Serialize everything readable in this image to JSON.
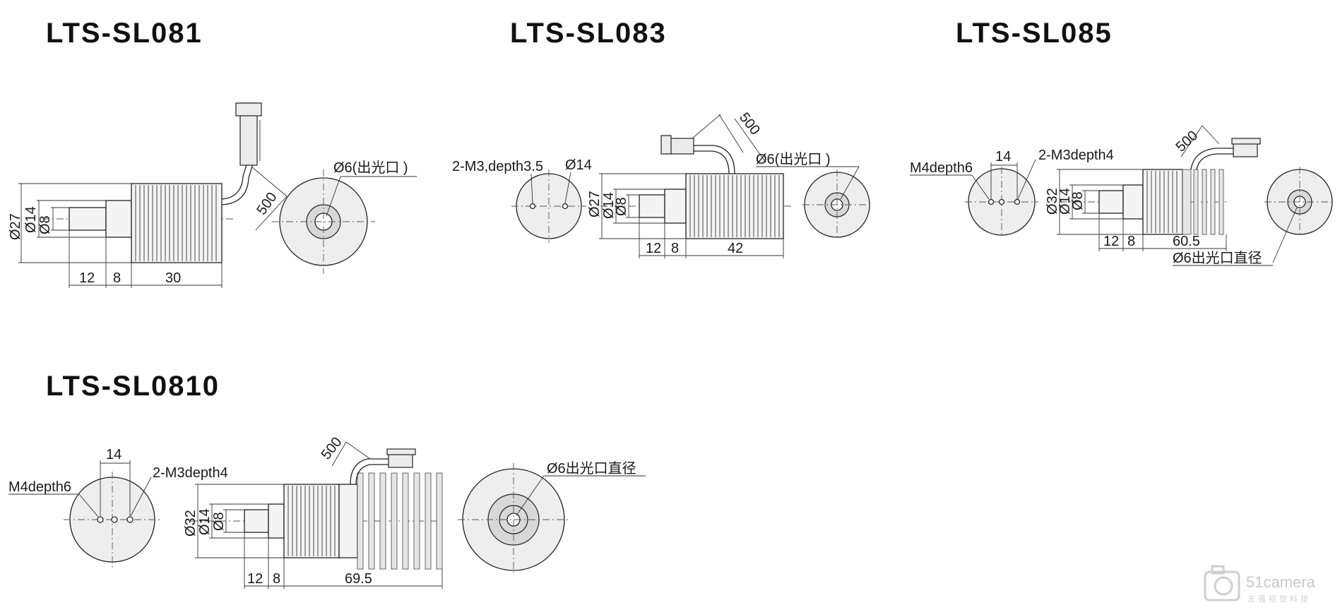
{
  "products": [
    {
      "title": "LTS-SL081",
      "dims": [
        "Ø27",
        "Ø14",
        "Ø8",
        "12",
        "8",
        "30",
        "500"
      ],
      "front_label": "Ø6(出光口 )"
    },
    {
      "title": "LTS-SL083",
      "dims": [
        "Ø27",
        "Ø14",
        "Ø8",
        "12",
        "8",
        "42",
        "500"
      ],
      "rear_labels": [
        "2-M3,depth3.5",
        "Ø14"
      ],
      "front_label": "Ø6(出光口 )"
    },
    {
      "title": "LTS-SL085",
      "dims": [
        "Ø32",
        "Ø14",
        "Ø8",
        "12",
        "8",
        "60.5",
        "500"
      ],
      "rear_labels": [
        "M4depth6",
        "14",
        "2-M3depth4"
      ],
      "front_label": "Ø6出光口直径"
    },
    {
      "title": "LTS-SL0810",
      "dims": [
        "Ø32",
        "Ø14",
        "Ø8",
        "12",
        "8",
        "69.5",
        "500"
      ],
      "rear_labels": [
        "M4depth6",
        "14",
        "2-M3depth4"
      ],
      "front_label": "Ø6出光口直径"
    }
  ],
  "watermark": {
    "brand": "51camera",
    "sub": "志强视觉科技",
    "icon": "camera-logo-icon"
  }
}
